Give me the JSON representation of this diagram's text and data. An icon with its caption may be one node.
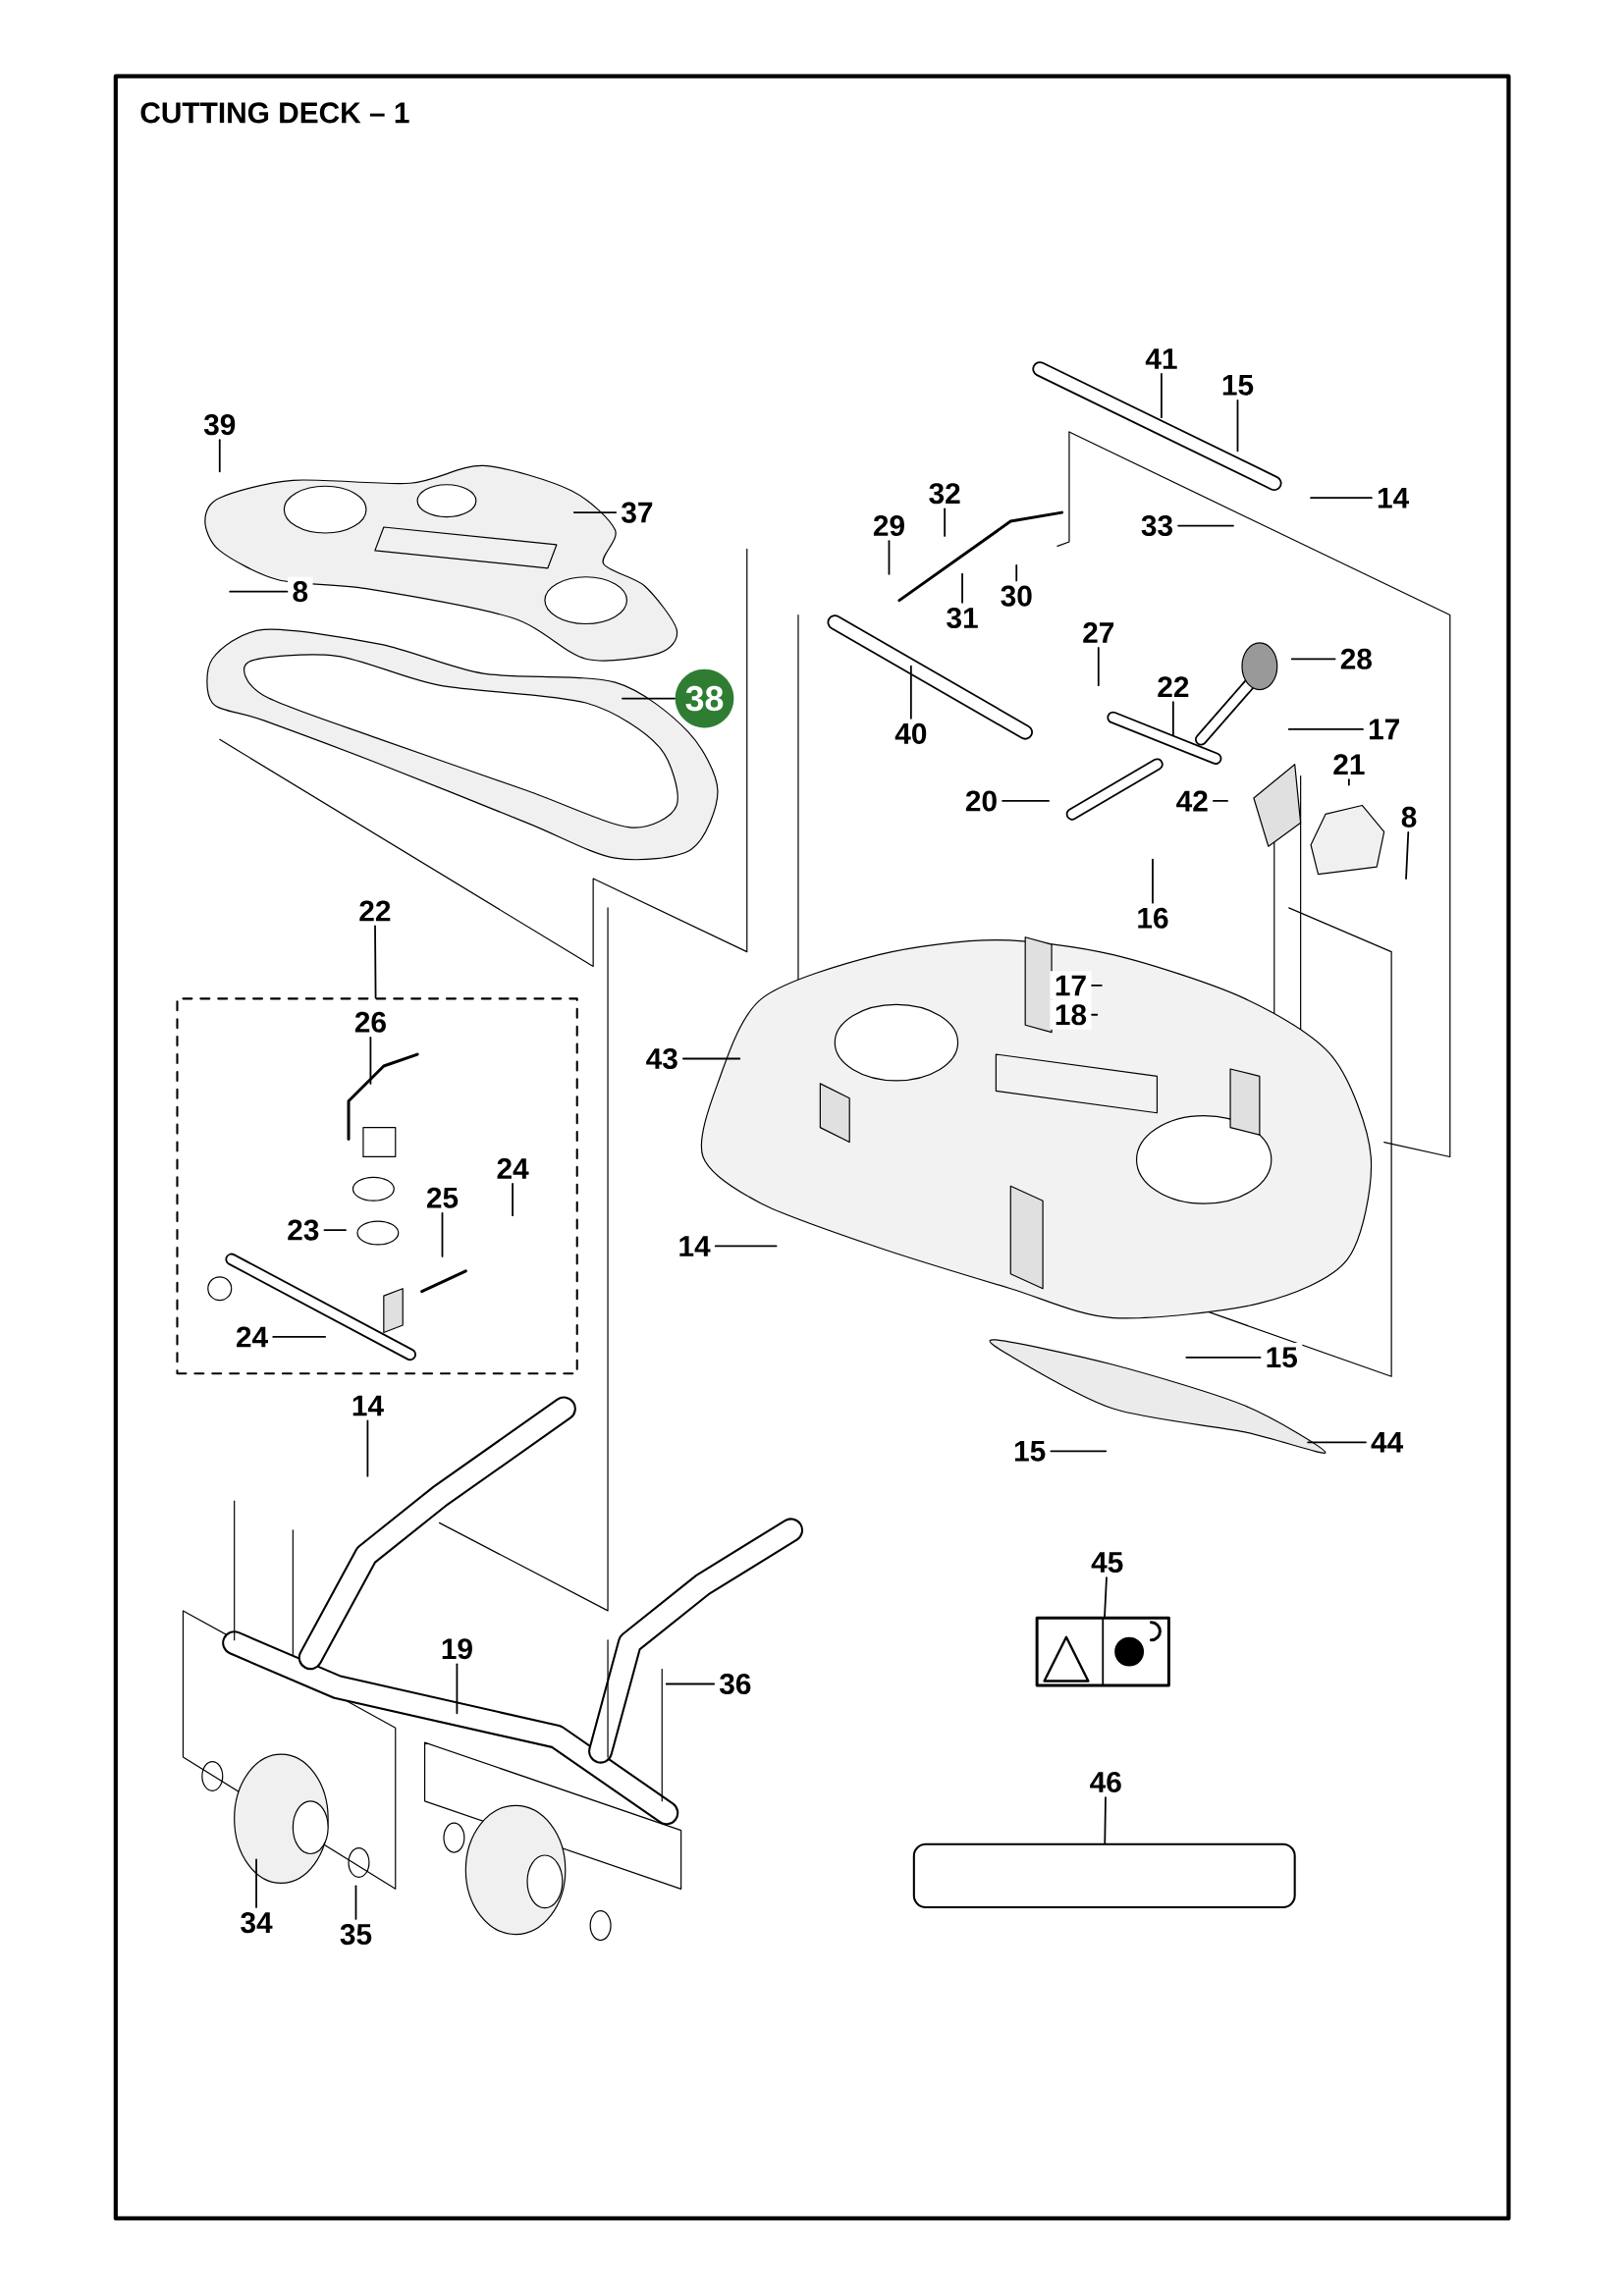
{
  "diagram": {
    "title": "CUTTING DECK – 1",
    "nodes": [
      {
        "text": [
          "41"
        ]
      },
      {
        "text": [
          "15"
        ]
      },
      {
        "text": [
          "39"
        ]
      },
      {
        "text": [
          "32"
        ]
      },
      {
        "text": [
          "14"
        ]
      },
      {
        "text": [
          "37"
        ]
      },
      {
        "text": [
          "29"
        ]
      },
      {
        "text": [
          "33"
        ]
      },
      {
        "text": [
          "8"
        ]
      },
      {
        "text": [
          "30"
        ]
      },
      {
        "text": [
          "31"
        ]
      },
      {
        "text": [
          "27"
        ]
      },
      {
        "text": [
          "28"
        ]
      },
      {
        "text": [
          "22"
        ]
      },
      {
        "text": [
          "38"
        ]
      },
      {
        "text": [
          "17"
        ]
      },
      {
        "text": [
          "40"
        ]
      },
      {
        "text": [
          "21"
        ]
      },
      {
        "text": [
          "20"
        ]
      },
      {
        "text": [
          "42"
        ]
      },
      {
        "text": [
          "8"
        ]
      },
      {
        "text": [
          "22"
        ]
      },
      {
        "text": [],
        "shape": "box"
      },
      {
        "text": [
          "16"
        ]
      },
      {
        "text": [
          "17"
        ]
      },
      {
        "text": [
          "18"
        ]
      },
      {
        "text": [
          "26"
        ],
        "in": 22
      },
      {
        "text": [
          "43"
        ]
      },
      {
        "text": [
          "24"
        ],
        "in": 22
      },
      {
        "text": [
          "25"
        ],
        "in": 22
      },
      {
        "text": [
          "23"
        ],
        "in": 22
      },
      {
        "text": [
          "14"
        ]
      },
      {
        "text": [
          "24"
        ],
        "in": 22
      },
      {
        "text": [
          "15"
        ]
      },
      {
        "text": [
          "14"
        ]
      },
      {
        "text": [
          "44"
        ]
      },
      {
        "text": [
          "15"
        ]
      },
      {
        "text": [
          "45"
        ]
      },
      {
        "text": [],
        "shape": "picture"
      },
      {
        "text": [
          "19"
        ]
      },
      {
        "text": [
          "36"
        ]
      },
      {
        "text": [
          "46"
        ]
      },
      {
        "text": [],
        "shape": "box"
      },
      {
        "text": [
          "34"
        ]
      },
      {
        "text": [
          "35"
        ]
      }
    ],
    "edges": [
      {
        "from": 0,
        "to": null,
        "arrow": "none"
      },
      {
        "from": 1,
        "to": null,
        "arrow": "none"
      },
      {
        "from": 2,
        "to": null,
        "arrow": "none"
      },
      {
        "from": 3,
        "to": null,
        "arrow": "none"
      },
      {
        "from": 4,
        "to": null,
        "arrow": "none"
      },
      {
        "from": 5,
        "to": null,
        "arrow": "none"
      },
      {
        "from": 6,
        "to": null,
        "arrow": "none"
      },
      {
        "from": 7,
        "to": null,
        "arrow": "none"
      },
      {
        "from": 8,
        "to": null,
        "arrow": "none"
      },
      {
        "from": 9,
        "to": null,
        "arrow": "none"
      },
      {
        "from": 10,
        "to": null,
        "arrow": "none"
      },
      {
        "from": 11,
        "to": null,
        "arrow": "none"
      },
      {
        "from": 12,
        "to": null,
        "arrow": "none"
      },
      {
        "from": 13,
        "to": null,
        "arrow": "none"
      },
      {
        "from": 14,
        "to": null,
        "arrow": "none"
      },
      {
        "from": 15,
        "to": null,
        "arrow": "none"
      },
      {
        "from": 16,
        "to": null,
        "arrow": "none"
      },
      {
        "from": 17,
        "to": null,
        "arrow": "none"
      },
      {
        "from": 18,
        "to": null,
        "arrow": "none"
      },
      {
        "from": 19,
        "to": null,
        "arrow": "none"
      },
      {
        "from": 20,
        "to": null,
        "arrow": "none"
      },
      {
        "from": 21,
        "to": 22,
        "arrow": "none"
      },
      {
        "from": 23,
        "to": null,
        "arrow": "none"
      },
      {
        "from": 24,
        "to": null,
        "arrow": "none"
      },
      {
        "from": 25,
        "to": null,
        "arrow": "none"
      },
      {
        "from": 26,
        "to": null,
        "arrow": "none"
      },
      {
        "from": 27,
        "to": null,
        "arrow": "none"
      },
      {
        "from": 28,
        "to": null,
        "arrow": "none"
      },
      {
        "from": 29,
        "to": null,
        "arrow": "none"
      },
      {
        "from": 30,
        "to": null,
        "arrow": "none"
      },
      {
        "from": 31,
        "to": null,
        "arrow": "none"
      },
      {
        "from": 32,
        "to": null,
        "arrow": "none"
      },
      {
        "from": 33,
        "to": null,
        "arrow": "none"
      },
      {
        "from": 34,
        "to": null,
        "arrow": "none"
      },
      {
        "from": 35,
        "to": null,
        "arrow": "none"
      },
      {
        "from": 36,
        "to": null,
        "arrow": "none"
      },
      {
        "from": 37,
        "to": 38,
        "arrow": "none"
      },
      {
        "from": 39,
        "to": null,
        "arrow": "none"
      },
      {
        "from": 40,
        "to": null,
        "arrow": "none"
      },
      {
        "from": 41,
        "to": 42,
        "arrow": "none"
      },
      {
        "from": 43,
        "to": null,
        "arrow": "none"
      },
      {
        "from": 44,
        "to": null,
        "arrow": "none"
      }
    ]
  }
}
